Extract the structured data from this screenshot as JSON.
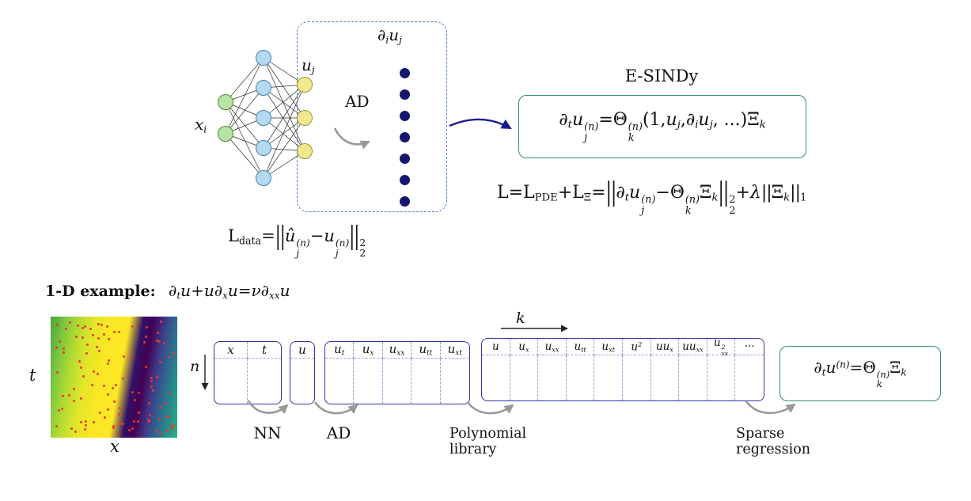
{
  "colors": {
    "esindy_box_border": "#2f8f6f",
    "matrix_box_border": "#2e35a0",
    "dashed_box_border": "#4a7bc9",
    "arrow_blue": "#1b1b8f",
    "arrow_gray": "#999999",
    "axis_arrow_black": "#222222"
  },
  "nn": {
    "input_label": [
      {
        "t": "x",
        "sub": "i"
      }
    ],
    "output_label": [
      {
        "t": "u",
        "sub": "j"
      }
    ],
    "ad_label": "AD",
    "deriv_label": [
      {
        "t": "∂",
        "sub": "i"
      },
      {
        "t": "u",
        "sub": "j"
      }
    ],
    "layers": [
      {
        "count": 2,
        "fill": "#b9e3a1",
        "stroke": "#4c8a3a"
      },
      {
        "count": 5,
        "fill": "#b5d9ee",
        "stroke": "#4a7fae"
      },
      {
        "count": 3,
        "fill": "#f1e98f",
        "stroke": "#96963a"
      }
    ],
    "dot_column": {
      "count": 7,
      "color": "#14176b"
    }
  },
  "esindy": {
    "title": "E-SINDy",
    "equation": [
      {
        "t": "∂",
        "sub": "t"
      },
      {
        "t": "u",
        "sub": "j",
        "sup": "(n)"
      },
      {
        "t": " = ",
        "rm": true
      },
      {
        "t": "Θ",
        "rm": true,
        "sub": "k",
        "sup": "(n)"
      },
      {
        "t": "(1, ",
        "rm": true
      },
      {
        "t": "u",
        "sub": "j"
      },
      {
        "t": ", ",
        "rm": true
      },
      {
        "t": "∂",
        "sub": "i"
      },
      {
        "t": "u",
        "sub": "j"
      },
      {
        "t": ", ...)",
        "rm": true
      },
      {
        "t": "Ξ",
        "rm": true,
        "sub": "k"
      }
    ]
  },
  "equations": {
    "loss": [
      {
        "t": "L",
        "rm": true
      },
      {
        "t": " = ",
        "rm": true
      },
      {
        "t": "L",
        "rm": true,
        "sub": "PDE",
        "srm": true
      },
      {
        "t": " + ",
        "rm": true
      },
      {
        "t": "L",
        "rm": true,
        "sub": "Ξ",
        "srm": true
      },
      {
        "t": " = ",
        "rm": true
      },
      {
        "t": "||",
        "rm": true,
        "cls": "normbig"
      },
      {
        "t": "∂",
        "sub": "t"
      },
      {
        "t": "u",
        "sub": "j",
        "sup": "(n)"
      },
      {
        "t": " − ",
        "rm": true
      },
      {
        "t": "Θ",
        "rm": true,
        "sub": "k",
        "sup": "(n)"
      },
      {
        "t": "Ξ",
        "rm": true,
        "sub": "k"
      },
      {
        "t": "||",
        "rm": true,
        "cls": "normbig",
        "sup": "2",
        "sub": "2",
        "srm": true
      },
      {
        "t": " + ",
        "rm": true
      },
      {
        "t": "λ"
      },
      {
        "t": " ||",
        "rm": true,
        "cls": "norm"
      },
      {
        "t": "Ξ",
        "rm": true,
        "sub": "k"
      },
      {
        "t": "||",
        "rm": true,
        "cls": "norm",
        "sub": "1",
        "srm": true
      }
    ],
    "data_loss": [
      {
        "t": "L",
        "rm": true,
        "sub": "data",
        "srm": true
      },
      {
        "t": " = ",
        "rm": true
      },
      {
        "t": "||",
        "rm": true,
        "cls": "normbig"
      },
      {
        "t": "û",
        "sub": "j",
        "sup": "(n)"
      },
      {
        "t": " − ",
        "rm": true
      },
      {
        "t": "u",
        "sub": "j",
        "sup": "(n)"
      },
      {
        "t": "||",
        "rm": true,
        "cls": "normbig",
        "sup": "2",
        "sub": "2",
        "srm": true
      }
    ]
  },
  "example": {
    "label": "1-D example:",
    "equation": [
      {
        "t": "∂",
        "sub": "t"
      },
      {
        "t": "u"
      },
      {
        "t": " + ",
        "rm": true
      },
      {
        "t": "u"
      },
      {
        "t": "∂",
        "sub": "x"
      },
      {
        "t": "u"
      },
      {
        "t": " = ",
        "rm": true
      },
      {
        "t": "ν"
      },
      {
        "t": "∂",
        "sub": "xx"
      },
      {
        "t": "u"
      }
    ],
    "heatmap": {
      "colormap": "viridis",
      "ylabel": [
        {
          "t": "t"
        }
      ],
      "xlabel": [
        {
          "t": "x"
        }
      ],
      "scatter_count": 110,
      "scatter_color": "#e8392b"
    },
    "index_labels": {
      "n": [
        {
          "t": "n"
        }
      ],
      "k": [
        {
          "t": "k"
        }
      ]
    },
    "matrices": {
      "xt": {
        "columns": [
          [
            {
              "t": "x"
            }
          ],
          [
            {
              "t": "t"
            }
          ]
        ]
      },
      "u": {
        "columns": [
          [
            {
              "t": "u"
            }
          ]
        ]
      },
      "derivatives": {
        "columns": [
          [
            {
              "t": "u",
              "sub": "t"
            }
          ],
          [
            {
              "t": "u",
              "sub": "x"
            }
          ],
          [
            {
              "t": "u",
              "sub": "xx"
            }
          ],
          [
            {
              "t": "u",
              "sub": "tt"
            }
          ],
          [
            {
              "t": "u",
              "sub": "xt"
            }
          ]
        ]
      },
      "library": {
        "columns": [
          [
            {
              "t": "u"
            }
          ],
          [
            {
              "t": "u",
              "sub": "x"
            }
          ],
          [
            {
              "t": "u",
              "sub": "xx"
            }
          ],
          [
            {
              "t": "u",
              "sub": "tt"
            }
          ],
          [
            {
              "t": "u",
              "sub": "xt"
            }
          ],
          [
            {
              "t": "u",
              "sup": "2"
            }
          ],
          [
            {
              "t": "uu",
              "sub": "x"
            }
          ],
          [
            {
              "t": "uu",
              "sub": "xx"
            }
          ],
          [
            {
              "t": "u",
              "sup": "2",
              "sub": "xx"
            }
          ],
          [
            {
              "t": "···",
              "rm": true
            }
          ]
        ]
      }
    },
    "steps": {
      "nn": {
        "lines": [
          "NN"
        ]
      },
      "ad": {
        "lines": [
          "AD"
        ]
      },
      "poly": {
        "lines": [
          "Polynomial",
          "library"
        ]
      },
      "sparse": {
        "lines": [
          "Sparse",
          "regression"
        ]
      }
    },
    "result": {
      "equation": [
        {
          "t": "∂",
          "sub": "t"
        },
        {
          "t": "u",
          "sup": "(n)"
        },
        {
          "t": " = ",
          "rm": true
        },
        {
          "t": "Θ",
          "rm": true,
          "sub": "k",
          "sup": "(n)"
        },
        {
          "t": "Ξ",
          "rm": true,
          "sub": "k"
        }
      ]
    }
  }
}
